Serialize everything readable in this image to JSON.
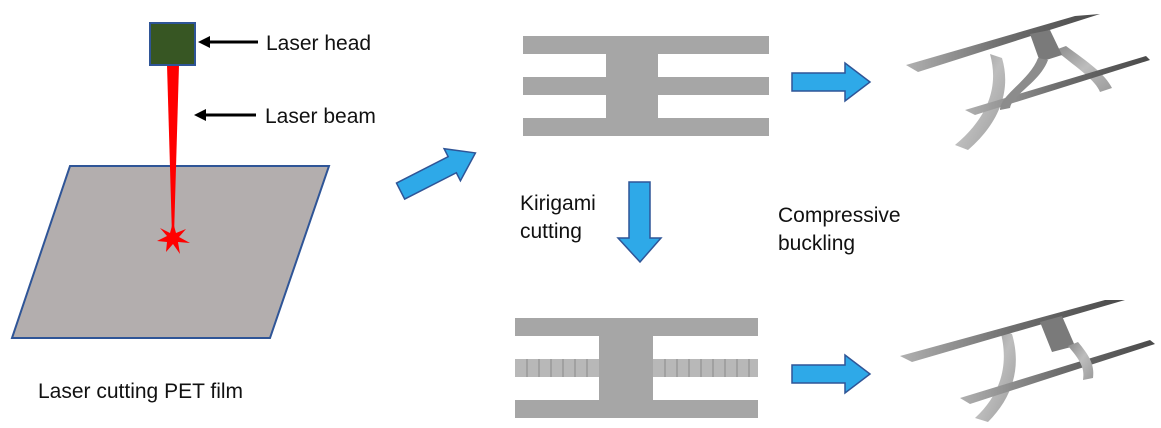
{
  "labels": {
    "laser_head": "Laser head",
    "laser_beam": "Laser beam",
    "film": "Laser cutting PET film",
    "kirigami_line1": "Kirigami",
    "kirigami_line2": "cutting",
    "compressive_line1": "Compressive",
    "compressive_line2": "buckling"
  },
  "colors": {
    "film_fill": "#b3aeae",
    "film_stroke": "#2f5597",
    "laser_head_fill": "#375623",
    "laser_head_stroke": "#2f5597",
    "beam": "#ff0000",
    "pattern_gray": "#a6a6a6",
    "arrow_fill": "#2ea9e8",
    "arrow_stroke": "#2f5597",
    "pointer": "#000000"
  },
  "icons": {
    "pointer_arrows": "black-left-arrow",
    "flow_arrows": "blue-block-arrow",
    "spark": "red-star-burst"
  }
}
